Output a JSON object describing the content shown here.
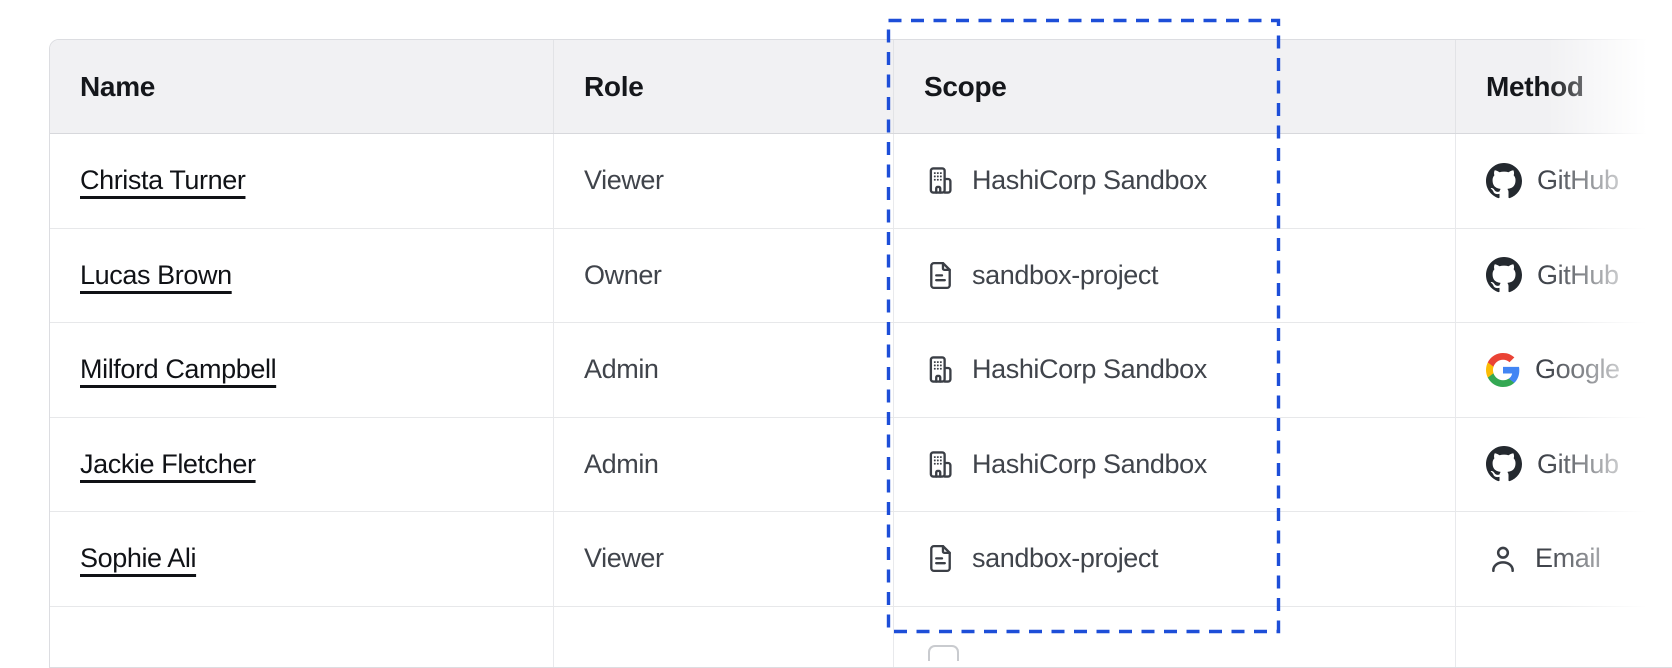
{
  "table": {
    "columns": [
      {
        "key": "name",
        "label": "Name"
      },
      {
        "key": "role",
        "label": "Role"
      },
      {
        "key": "scope",
        "label": "Scope"
      },
      {
        "key": "method",
        "label": "Method"
      }
    ],
    "rows": [
      {
        "name": "Christa Turner",
        "role": "Viewer",
        "scope": {
          "icon": "org-building-icon",
          "label": "HashiCorp Sandbox"
        },
        "method": {
          "icon": "github-icon",
          "label": "GitHub"
        }
      },
      {
        "name": "Lucas Brown",
        "role": "Owner",
        "scope": {
          "icon": "project-file-icon",
          "label": "sandbox-project"
        },
        "method": {
          "icon": "github-icon",
          "label": "GitHub"
        }
      },
      {
        "name": "Milford Campbell",
        "role": "Admin",
        "scope": {
          "icon": "org-building-icon",
          "label": "HashiCorp Sandbox"
        },
        "method": {
          "icon": "google-icon",
          "label": "Google"
        }
      },
      {
        "name": "Jackie Fletcher",
        "role": "Admin",
        "scope": {
          "icon": "org-building-icon",
          "label": "HashiCorp Sandbox"
        },
        "method": {
          "icon": "github-icon",
          "label": "GitHub"
        }
      },
      {
        "name": "Sophie Ali",
        "role": "Viewer",
        "scope": {
          "icon": "project-file-icon",
          "label": "sandbox-project"
        },
        "method": {
          "icon": "person-icon",
          "label": "Email"
        }
      }
    ]
  },
  "highlight": {
    "target": "scope-column",
    "style": "dashed",
    "color": "#1d4ed8"
  },
  "colors": {
    "header_bg": "#f1f1f3",
    "border": "#e2e3e6",
    "header_text": "#15171b",
    "body_text": "#40444b",
    "link_text": "#101216",
    "icon": "#3b3f46",
    "github": "#24292f",
    "google_blue": "#4285F4",
    "google_green": "#34A853",
    "google_yellow": "#FBBC05",
    "google_red": "#EA4335"
  }
}
